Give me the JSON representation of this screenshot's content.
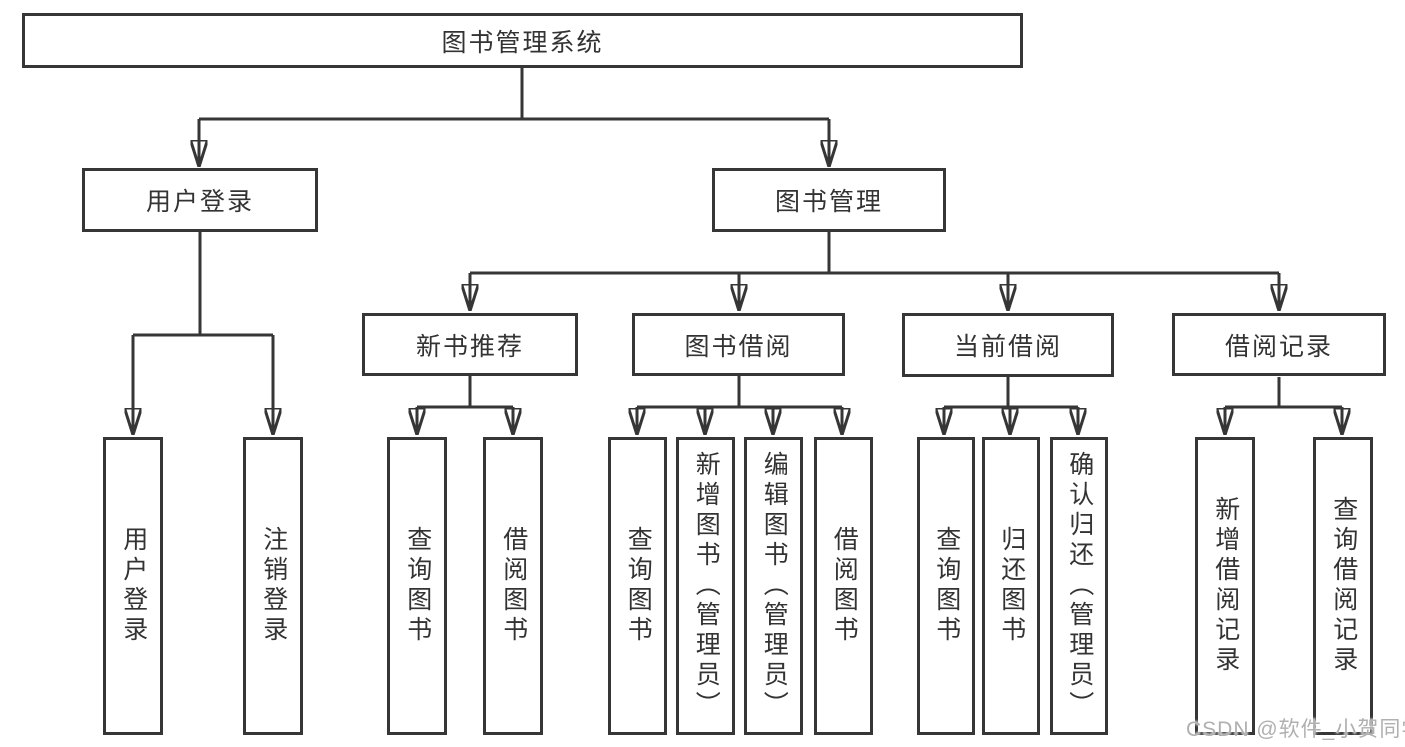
{
  "nodes": {
    "root": "图书管理系统",
    "userLogin": "用户登录",
    "bookMgmt": "图书管理",
    "newBookRec": "新书推荐",
    "bookBorrow": "图书借阅",
    "currentBorrow": "当前借阅",
    "borrowRecord": "借阅记录",
    "leafUserLogin": "用户登录",
    "leafLogout": "注销登录",
    "leafRecQuery": "查询图书",
    "leafRecBorrow": "借阅图书",
    "leafBbQuery": "查询图书",
    "leafBbAdd": "新增图书（管理员）",
    "leafBbEdit": "编辑图书（管理员）",
    "leafBbBorrow": "借阅图书",
    "leafCbQuery": "查询图书",
    "leafCbReturn": "归还图书",
    "leafCbConfirm": "确认归还（管理员）",
    "leafBrAdd": "新增借阅记录",
    "leafBrQuery": "查询借阅记录"
  },
  "watermark": "CSDN @软件_小贺同学",
  "colors": {
    "line": "#363636",
    "text": "#333333",
    "watermark": "#b0b0b0"
  }
}
